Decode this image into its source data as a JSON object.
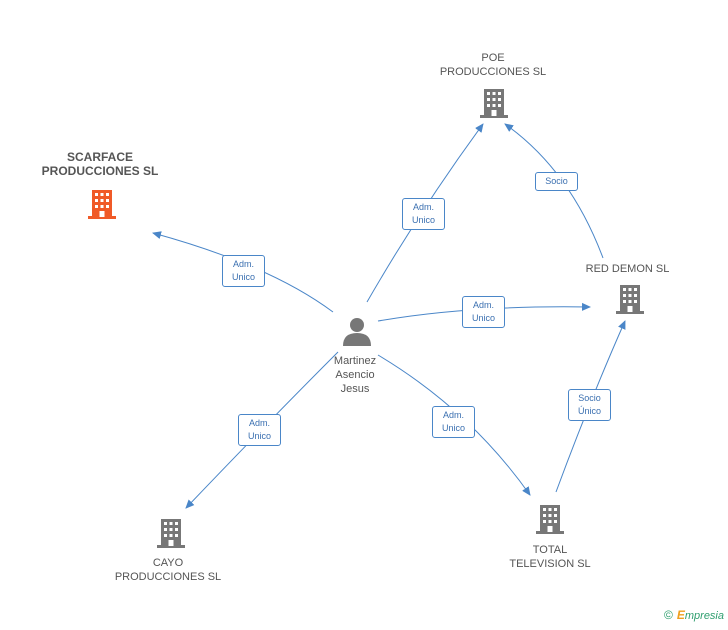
{
  "nodes": {
    "scarface": {
      "label": "SCARFACE\nPRODUCCIONES SL",
      "color": "#f05a28"
    },
    "poe": {
      "label": "POE\nPRODUCCIONES SL",
      "color": "#777777"
    },
    "red_demon": {
      "label": "RED DEMON SL",
      "color": "#777777"
    },
    "person": {
      "label": "Martinez\nAsencio\nJesus",
      "color": "#777777"
    },
    "cayo": {
      "label": "CAYO\nPRODUCCIONES SL",
      "color": "#777777"
    },
    "total_tv": {
      "label": "TOTAL\nTELEVISION  SL",
      "color": "#777777"
    }
  },
  "edges": {
    "to_scarface": "Adm.\nUnico",
    "to_poe": "Adm.\nUnico",
    "to_red_demon": "Adm.\nUnico",
    "to_cayo": "Adm.\nUnico",
    "to_total_tv": "Adm.\nUnico",
    "red_demon_to_poe": "Socio",
    "total_tv_to_red_demon": "Socio\nÚnico"
  },
  "colors": {
    "edge": "#4a86c8"
  },
  "footer": {
    "copyright": "©",
    "brand_initial": "E",
    "brand_rest": "mpresia"
  }
}
